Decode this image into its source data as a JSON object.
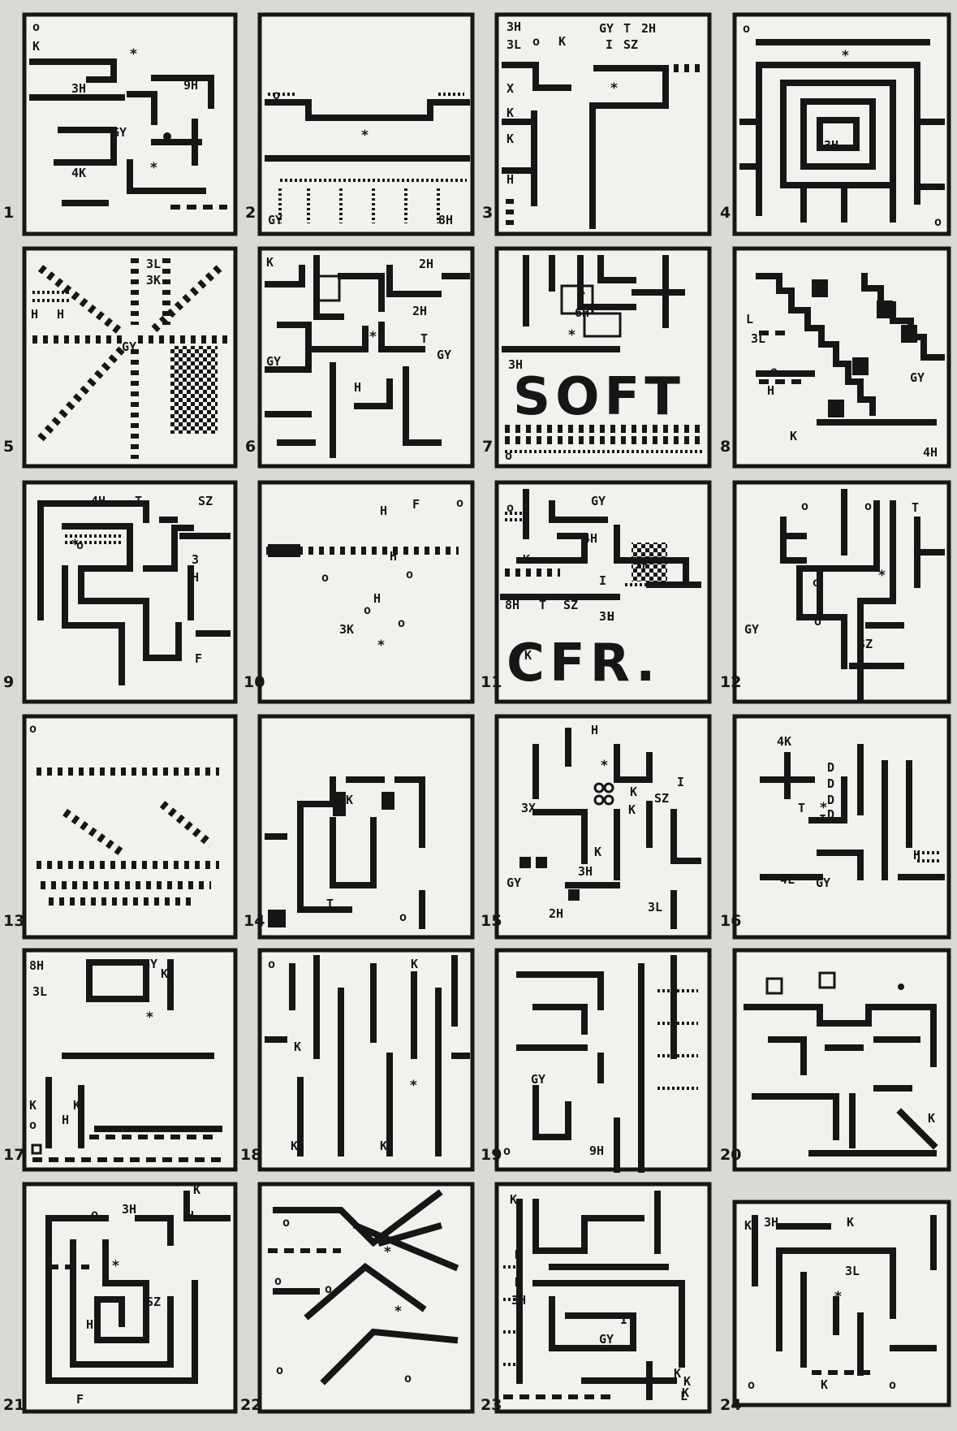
{
  "maps": [
    {
      "number": "1",
      "labels": [
        "o",
        "K",
        "3H",
        "9H",
        "GY",
        "4K"
      ]
    },
    {
      "number": "2",
      "labels": [
        "o",
        "GY",
        "8H"
      ]
    },
    {
      "number": "3",
      "labels": [
        "3H",
        "3L",
        "o",
        "K",
        "GY",
        "T",
        "2H",
        "I",
        "SZ",
        "X",
        "K",
        "K",
        "H"
      ]
    },
    {
      "number": "4",
      "labels": [
        "o",
        "3H",
        "o"
      ]
    },
    {
      "number": "5",
      "labels": [
        "3L",
        "3K",
        "H",
        "H",
        "GY"
      ]
    },
    {
      "number": "6",
      "labels": [
        "K",
        "2H",
        "2H",
        "T",
        "GY",
        "GY",
        "H"
      ]
    },
    {
      "number": "7",
      "labels": [
        "K",
        "6H",
        "3H",
        "o"
      ],
      "big_text": "SOFT"
    },
    {
      "number": "8",
      "labels": [
        "L",
        "3L",
        "o",
        "H",
        "GY",
        "K",
        "4H"
      ]
    },
    {
      "number": "9",
      "labels": [
        "4H",
        "T",
        "SZ",
        "o",
        "3",
        "H",
        "F"
      ]
    },
    {
      "number": "10",
      "labels": [
        "H",
        "F",
        "o",
        "o",
        "H",
        "o",
        "H",
        "o",
        "3K",
        "o"
      ]
    },
    {
      "number": "11",
      "labels": [
        "o",
        "GY",
        "4H",
        "K",
        "3K",
        "8H",
        "T",
        "SZ",
        "I",
        "H",
        "3L",
        "K"
      ],
      "big_text": "CFR."
    },
    {
      "number": "12",
      "labels": [
        "o",
        "o",
        "T",
        "o",
        "o",
        "GY",
        "SZ"
      ]
    },
    {
      "number": "13",
      "labels": [
        "o"
      ]
    },
    {
      "number": "14",
      "labels": [
        "K",
        "T",
        "o"
      ]
    },
    {
      "number": "15",
      "labels": [
        "H",
        "3X",
        "K",
        "SZ",
        "I",
        "K",
        "K",
        "3H",
        "GY",
        "2H",
        "3L"
      ]
    },
    {
      "number": "16",
      "labels": [
        "4K",
        "D",
        "D",
        "D",
        "D",
        "T",
        "I",
        "H",
        "4L",
        "GY"
      ]
    },
    {
      "number": "17",
      "labels": [
        "8H",
        "3L",
        "GY",
        "K",
        "H",
        "K",
        "K",
        "H",
        "o"
      ]
    },
    {
      "number": "18",
      "labels": [
        "o",
        "K",
        "K",
        "K",
        "K"
      ]
    },
    {
      "number": "19",
      "labels": [
        "o",
        "GY",
        "9H"
      ]
    },
    {
      "number": "20",
      "labels": [
        "K"
      ]
    },
    {
      "number": "21",
      "labels": [
        "K",
        "H",
        "3H",
        "o",
        "SZ",
        "H",
        "F"
      ]
    },
    {
      "number": "22",
      "labels": [
        "o",
        "o",
        "o",
        "o",
        "o"
      ]
    },
    {
      "number": "23",
      "labels": [
        "K",
        "K",
        "K",
        "3H",
        "I",
        "GY",
        "L",
        "K",
        "K",
        "K"
      ]
    },
    {
      "number": "24",
      "labels": [
        "3H",
        "K",
        "K",
        "3L",
        "o",
        "K",
        "o"
      ]
    }
  ],
  "colors": {
    "ink": "#161616",
    "panel": "#f1f2ee",
    "background": "#d9dad3"
  }
}
